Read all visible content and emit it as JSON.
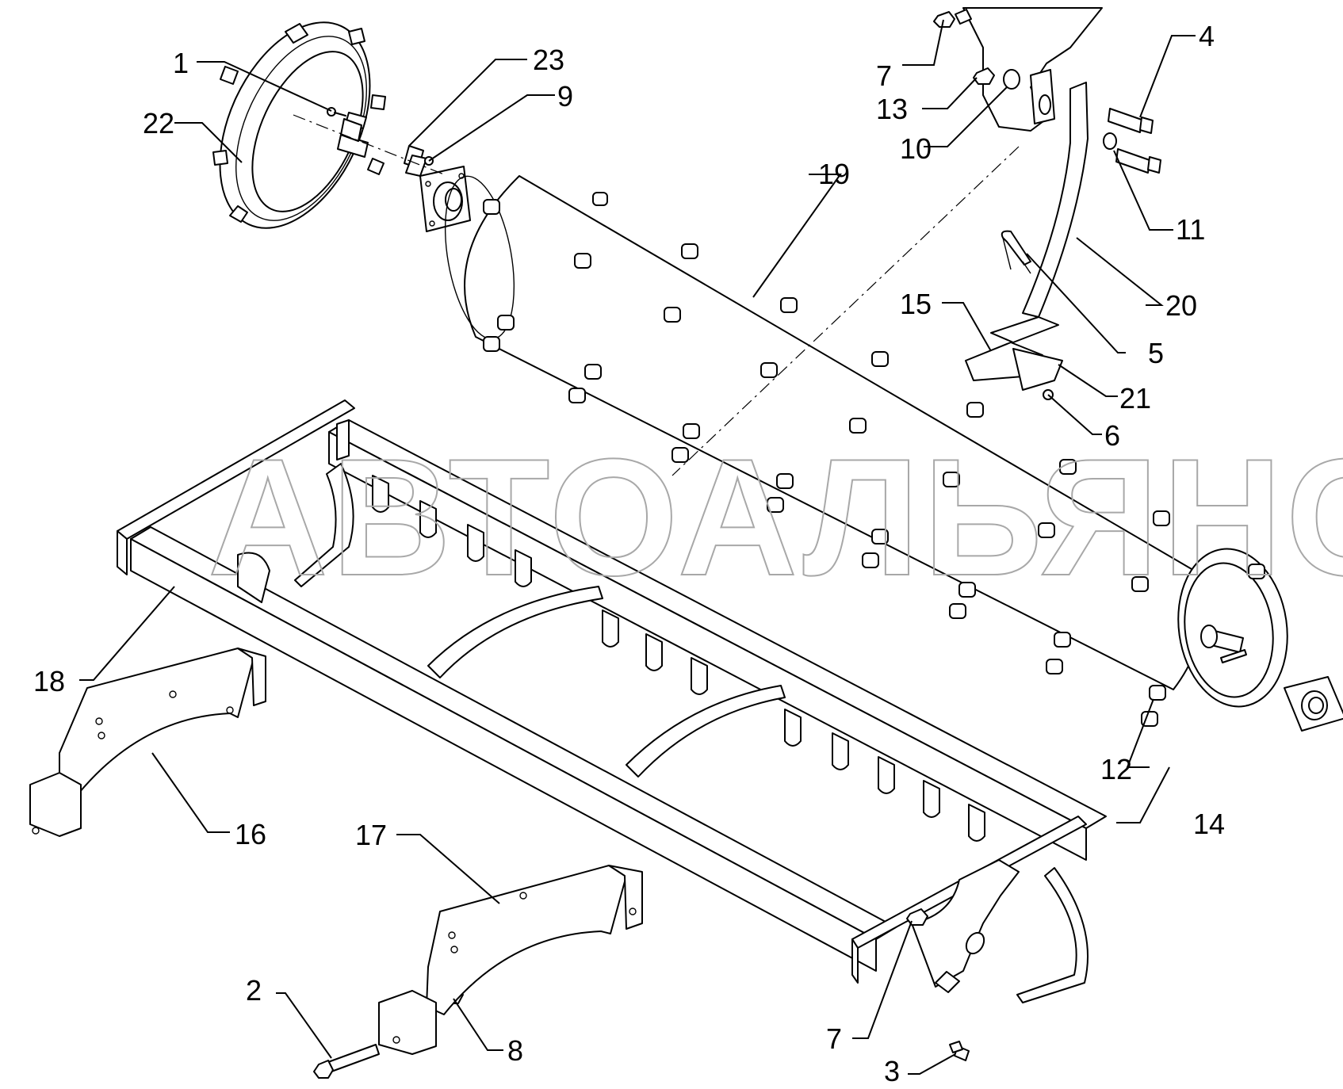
{
  "watermark": "АВТОАЛЬЯНС",
  "callouts": [
    {
      "id": "c1",
      "label": "1"
    },
    {
      "id": "c2",
      "label": "2"
    },
    {
      "id": "c3",
      "label": "3"
    },
    {
      "id": "c4",
      "label": "4"
    },
    {
      "id": "c5",
      "label": "5"
    },
    {
      "id": "c6",
      "label": "6"
    },
    {
      "id": "c7a",
      "label": "7"
    },
    {
      "id": "c7b",
      "label": "7"
    },
    {
      "id": "c8",
      "label": "8"
    },
    {
      "id": "c9",
      "label": "9"
    },
    {
      "id": "c10",
      "label": "10"
    },
    {
      "id": "c11",
      "label": "11"
    },
    {
      "id": "c12",
      "label": "12"
    },
    {
      "id": "c13",
      "label": "13"
    },
    {
      "id": "c14",
      "label": "14"
    },
    {
      "id": "c15",
      "label": "15"
    },
    {
      "id": "c16",
      "label": "16"
    },
    {
      "id": "c17",
      "label": "17"
    },
    {
      "id": "c18",
      "label": "18"
    },
    {
      "id": "c19",
      "label": "19"
    },
    {
      "id": "c20",
      "label": "20"
    },
    {
      "id": "c21",
      "label": "21"
    },
    {
      "id": "c22",
      "label": "22"
    },
    {
      "id": "c23",
      "label": "23"
    }
  ]
}
